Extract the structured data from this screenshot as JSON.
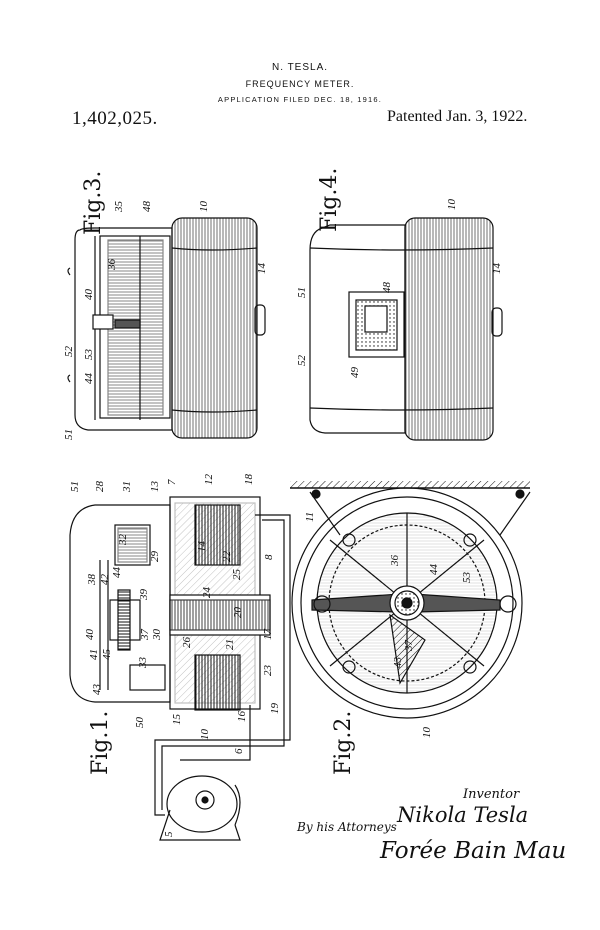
{
  "header": {
    "inventor": "N. TESLA.",
    "title": "FREQUENCY METER.",
    "application": "APPLICATION FILED DEC. 18, 1916.",
    "patent_number": "1,402,025.",
    "patented": "Patented Jan. 3, 1922."
  },
  "figures": {
    "fig1": "Fig.1.",
    "fig2": "Fig.2.",
    "fig3": "Fig.3.",
    "fig4": "Fig.4."
  },
  "refs": {
    "fig3": [
      "35",
      "48",
      "10",
      "36",
      "40",
      "52",
      "53",
      "44",
      "51",
      "14"
    ],
    "fig4": [
      "10",
      "51",
      "48",
      "14",
      "52",
      "49"
    ],
    "fig1": [
      "51",
      "28",
      "31",
      "7",
      "13",
      "12",
      "18",
      "32",
      "29",
      "14",
      "22",
      "8",
      "38",
      "42",
      "44",
      "25",
      "39",
      "24",
      "20",
      "17",
      "40",
      "26",
      "21",
      "41",
      "37",
      "30",
      "45",
      "43",
      "33",
      "23",
      "16",
      "15",
      "50",
      "10",
      "6",
      "19",
      "5"
    ],
    "fig2": [
      "11",
      "36",
      "44",
      "53",
      "37",
      "43",
      "10"
    ]
  },
  "signature": {
    "inventor_label": "Inventor",
    "inventor_name": "Nikola Tesla",
    "by_line": "By his Attorneys",
    "attorneys": "Forée Bain Mau"
  }
}
